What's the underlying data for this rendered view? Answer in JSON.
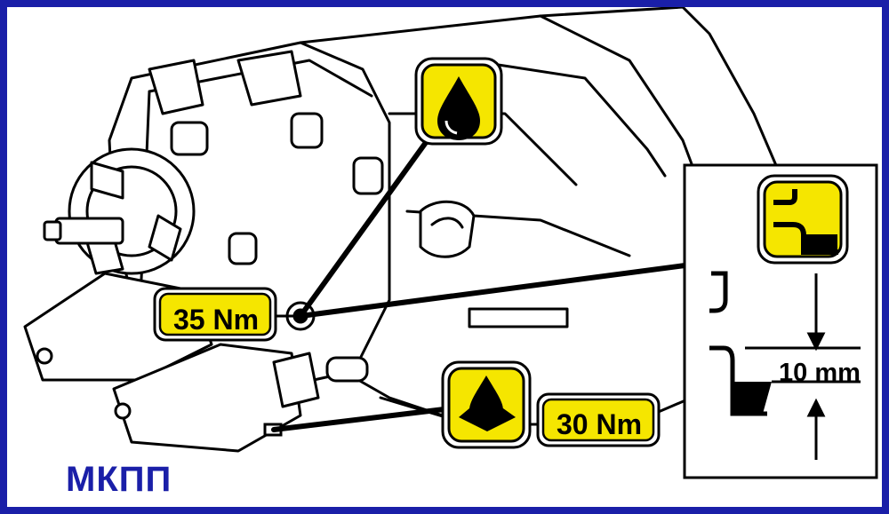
{
  "labels": {
    "torque_upper": "35 Nm",
    "torque_lower": "30 Nm",
    "oil_level": "10 mm",
    "caption": "МКПП"
  },
  "icons": {
    "upper": "oil-drop-icon",
    "lower": "oil-drain-pan-icon",
    "inset": "fill-plug-level-icon"
  },
  "colors": {
    "frame": "#1a1fa8",
    "badge_fill": "#f5e600",
    "caption": "#1a1fa8"
  }
}
